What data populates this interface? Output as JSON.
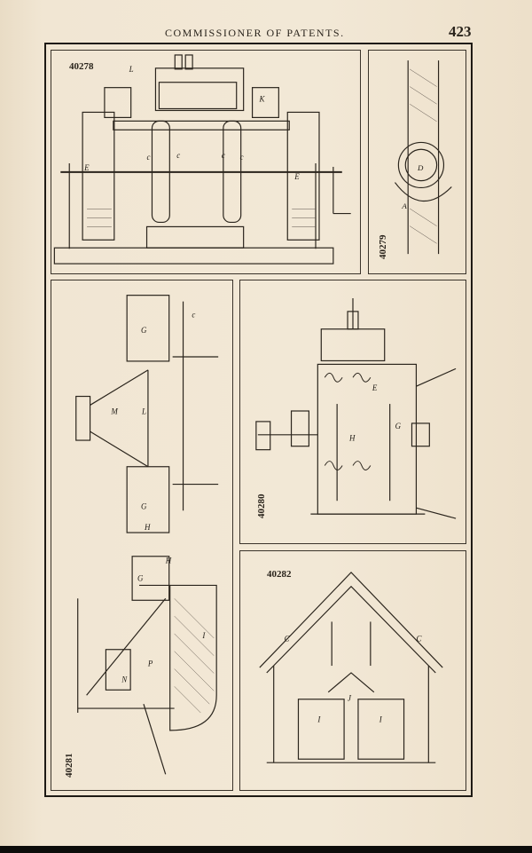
{
  "header": {
    "running_title": "COMMISSIONER OF PATENTS.",
    "page_number": "423"
  },
  "figures": [
    {
      "id": "40278",
      "labels": [
        "L",
        "K",
        "c",
        "c",
        "c",
        "c",
        "E",
        "E"
      ]
    },
    {
      "id": "40279",
      "labels": [
        "D",
        "A"
      ]
    },
    {
      "id": "40280",
      "labels": [
        "E",
        "G",
        "H"
      ]
    },
    {
      "id": "40281",
      "labels": [
        "G",
        "G",
        "G",
        "H",
        "H",
        "L",
        "M",
        "N",
        "P",
        "I",
        "c"
      ]
    },
    {
      "id": "40282",
      "labels": [
        "C",
        "C",
        "J",
        "I",
        "I"
      ]
    }
  ]
}
